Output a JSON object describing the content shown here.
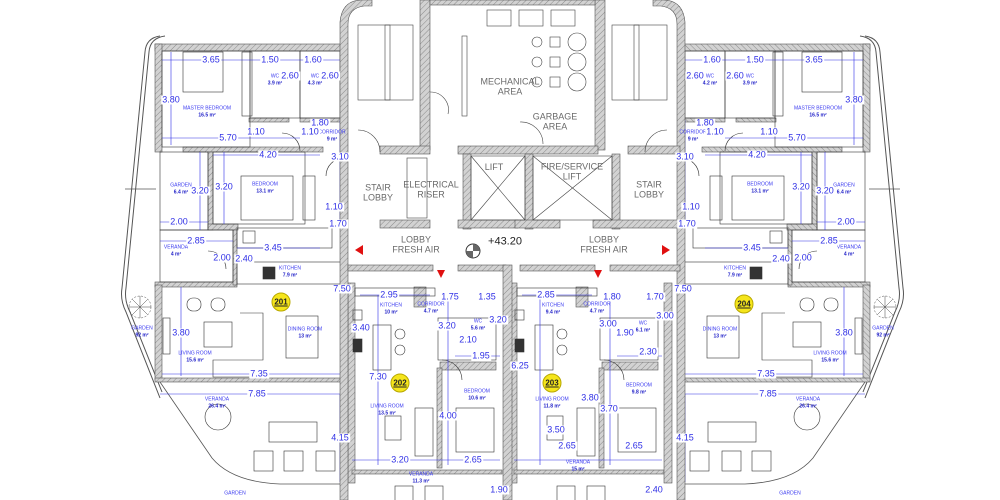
{
  "core": {
    "stair_lobby_left": "STAIR\nLOBBY",
    "electrical_riser": "ELECTRICAL\nRISER",
    "lift": "LIFT",
    "fire_service_lift": "FIRE/SERVICE\nLIFT",
    "stair_lobby_right": "STAIR\nLOBBY",
    "mechanical_area": "MECHANICAL\nAREA",
    "garbage_area": "GARBAGE\nAREA",
    "lobby_left": "LOBBY\nFRESH AIR",
    "lobby_right": "LOBBY\nFRESH AIR",
    "level": "+43.20"
  },
  "colors": {
    "dimension": "#2f2fe6",
    "badge": "#f5e51c",
    "wall": "#c4c4c4",
    "arrow": "#e01010"
  },
  "units": [
    {
      "number": "201",
      "rooms": [
        {
          "name": "MASTER BEDROOM",
          "area": "16.5 m²"
        },
        {
          "name": "WC",
          "area": "3.9 m²"
        },
        {
          "name": "WC",
          "area": "4.3 m²"
        },
        {
          "name": "Corridor",
          "area": "9 m²"
        },
        {
          "name": "BEDROOM",
          "area": "13.1 m²"
        },
        {
          "name": "GARDEN",
          "area": "6.4 m²"
        },
        {
          "name": "VERANDA",
          "area": "4 m²"
        },
        {
          "name": "KITCHEN",
          "area": "7.9 m²"
        },
        {
          "name": "DINING ROOM",
          "area": "13 m²"
        },
        {
          "name": "LIVING ROOM",
          "area": "15.6 m²"
        },
        {
          "name": "VERANDA",
          "area": "26.4 m²"
        },
        {
          "name": "GARDEN",
          "area": "92 m²"
        },
        {
          "name": "GARDEN",
          "area": ""
        }
      ],
      "dims": [
        "3.65",
        "1.50",
        "1.60",
        "2.60",
        "2.60",
        "3.80",
        "1.10",
        "1.10",
        "1.80",
        "5.70",
        "4.20",
        "3.10",
        "3.20",
        "3.20",
        "1.10",
        "1.70",
        "2.00",
        "2.85",
        "3.45",
        "2.00",
        "2.40",
        "7.50",
        "3.80",
        "7.35",
        "7.85",
        "4.15"
      ]
    },
    {
      "number": "202",
      "rooms": [
        {
          "name": "KITCHEN",
          "area": "10 m²"
        },
        {
          "name": "Corridor",
          "area": "4.7 m²"
        },
        {
          "name": "WC",
          "area": "5.6 m²"
        },
        {
          "name": "BEDROOM",
          "area": "10.6 m²"
        },
        {
          "name": "LIVING ROOM",
          "area": "13.5 m²"
        },
        {
          "name": "VERANDA",
          "area": "11.3 m²"
        }
      ],
      "dims": [
        "2.95",
        "1.75",
        "1.35",
        "3.40",
        "3.20",
        "3.20",
        "2.10",
        "1.95",
        "7.30",
        "4.00",
        "3.20",
        "2.65",
        "1.90"
      ]
    },
    {
      "number": "203",
      "rooms": [
        {
          "name": "KITCHEN",
          "area": "9.4 m²"
        },
        {
          "name": "Corridor",
          "area": "4.7 m²"
        },
        {
          "name": "WC",
          "area": "6.1 m²"
        },
        {
          "name": "BEDROOM",
          "area": "9.8 m²"
        },
        {
          "name": "LIVING ROOM",
          "area": "11.8 m²"
        },
        {
          "name": "VERANDA",
          "area": "15 m²"
        }
      ],
      "dims": [
        "2.85",
        "1.80",
        "1.70",
        "3.00",
        "3.00",
        "1.90",
        "2.30",
        "6.25",
        "3.80",
        "3.70",
        "3.50",
        "2.65",
        "2.65",
        "2.40"
      ]
    },
    {
      "number": "204",
      "rooms": [
        {
          "name": "MASTER BEDROOM",
          "area": "16.5 m²"
        },
        {
          "name": "WC",
          "area": "3.9 m²"
        },
        {
          "name": "WC",
          "area": "4.2 m²"
        },
        {
          "name": "Corridor",
          "area": "9 m²"
        },
        {
          "name": "BEDROOM",
          "area": "13.1 m²"
        },
        {
          "name": "GARDEN",
          "area": "6.4 m²"
        },
        {
          "name": "VERANDA",
          "area": "4 m²"
        },
        {
          "name": "KITCHEN",
          "area": "7.9 m²"
        },
        {
          "name": "DINING ROOM",
          "area": "13 m²"
        },
        {
          "name": "LIVING ROOM",
          "area": "15.6 m²"
        },
        {
          "name": "VERANDA",
          "area": "26.4 m²"
        },
        {
          "name": "GARDEN",
          "area": "92 m²"
        },
        {
          "name": "GARDEN",
          "area": ""
        }
      ],
      "dims": [
        "3.65",
        "1.50",
        "1.60",
        "2.60",
        "2.60",
        "3.80",
        "1.10",
        "1.10",
        "1.80",
        "5.70",
        "4.20",
        "3.10",
        "3.20",
        "3.20",
        "1.10",
        "1.70",
        "2.00",
        "2.85",
        "3.45",
        "2.00",
        "2.40",
        "7.50",
        "3.80",
        "7.35",
        "7.85",
        "4.15"
      ]
    }
  ]
}
